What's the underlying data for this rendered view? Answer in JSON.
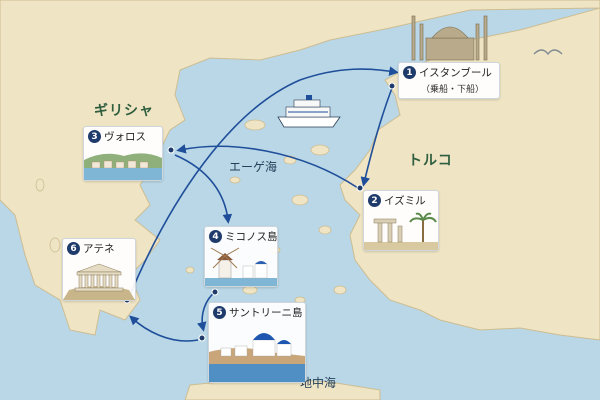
{
  "regions": {
    "greece": "ギリシャ",
    "turkey": "トルコ"
  },
  "seas": {
    "aegean": "エーゲ海",
    "mediterranean": "地中海"
  },
  "ports": [
    {
      "num": "1",
      "name": "イスタンブール",
      "sub": "（乗船・下船）"
    },
    {
      "num": "2",
      "name": "イズミル"
    },
    {
      "num": "3",
      "name": "ヴォロス"
    },
    {
      "num": "4",
      "name": "ミコノス島"
    },
    {
      "num": "5",
      "name": "サントリーニ島"
    },
    {
      "num": "6",
      "name": "アテネ"
    }
  ],
  "colors": {
    "sea": "#b9d7e6",
    "land": "#efe4c4",
    "route": "#1f4e9a",
    "badge": "#1f3b6b"
  }
}
